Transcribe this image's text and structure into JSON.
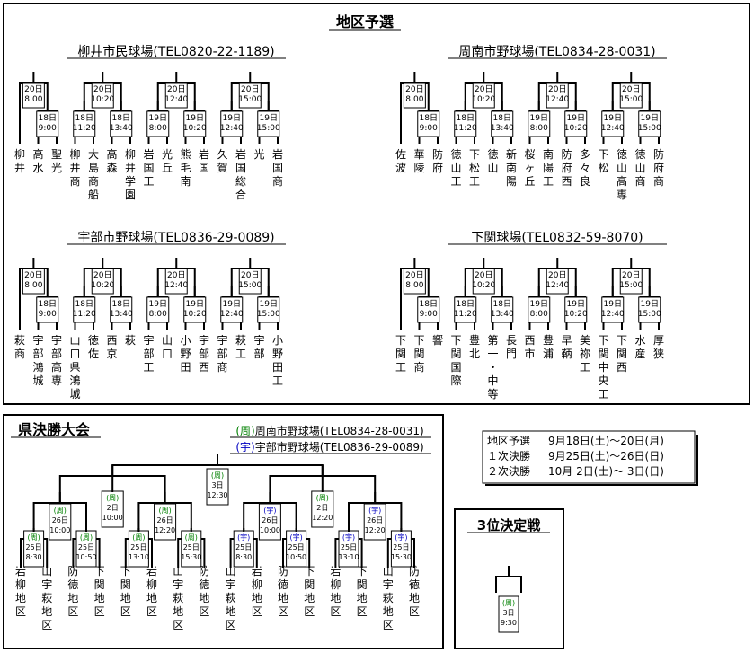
{
  "title": "地区予選",
  "venues": [
    {
      "name": "柳井市民球場(",
      "tel": "TEL",
      "tel_num": "0820-22-1189)",
      "teams": [
        "柳井",
        "高水",
        "聖光",
        "柳井商",
        "大島商船",
        "高森",
        "柳井学園",
        "岩国工",
        "光丘",
        "熊毛南",
        "岩国",
        "久賀",
        "岩国総合",
        "光",
        "岩国商"
      ],
      "games": [
        [
          "20日",
          "8:00"
        ],
        [
          "18日",
          "9:00"
        ],
        [
          "20日",
          "10:20"
        ],
        [
          "18日",
          "11:20"
        ],
        [
          "18日",
          "13:40"
        ],
        [
          "20日",
          "12:40"
        ],
        [
          "19日",
          "8:00"
        ],
        [
          "19日",
          "10:20"
        ],
        [
          "20日",
          "15:00"
        ],
        [
          "19日",
          "12:40"
        ],
        [
          "19日",
          "15:00"
        ]
      ]
    },
    {
      "name": "周南市野球場(",
      "tel": "TEL",
      "tel_num": "0834-28-0031)",
      "teams": [
        "佐波",
        "華陵",
        "防府",
        "徳山工",
        "下松工",
        "徳山",
        "新南陽",
        "桜ヶ丘",
        "南陽工",
        "防府西",
        "多々良",
        "下松",
        "徳山高専",
        "徳山商",
        "防府商"
      ],
      "games": [
        [
          "20日",
          "8:00"
        ],
        [
          "18日",
          "9:00"
        ],
        [
          "20日",
          "10:20"
        ],
        [
          "18日",
          "11:20"
        ],
        [
          "18日",
          "13:40"
        ],
        [
          "20日",
          "12:40"
        ],
        [
          "19日",
          "8:00"
        ],
        [
          "19日",
          "10:20"
        ],
        [
          "20日",
          "15:00"
        ],
        [
          "19日",
          "12:40"
        ],
        [
          "19日",
          "15:00"
        ]
      ]
    },
    {
      "name": "宇部市野球場(",
      "tel": "TEL",
      "tel_num": "0836-29-0089)",
      "teams": [
        "萩商",
        "宇部鴻城",
        "宇部高専",
        "山口県鴻城",
        "徳佐",
        "西京",
        "萩",
        "宇部工",
        "山口",
        "小野田",
        "宇部西",
        "宇部商",
        "萩工",
        "宇部",
        "小野田工"
      ],
      "games": [
        [
          "20日",
          "8:00"
        ],
        [
          "18日",
          "9:00"
        ],
        [
          "20日",
          "10:20"
        ],
        [
          "18日",
          "11:20"
        ],
        [
          "18日",
          "13:40"
        ],
        [
          "20日",
          "12:40"
        ],
        [
          "19日",
          "8:00"
        ],
        [
          "19日",
          "10:20"
        ],
        [
          "20日",
          "15:00"
        ],
        [
          "19日",
          "12:40"
        ],
        [
          "19日",
          "15:00"
        ]
      ]
    },
    {
      "name": "下関球場(",
      "tel": "TEL",
      "tel_num": "0832-59-8070)",
      "teams": [
        "下関工",
        "下関商",
        "響",
        "下関国際",
        "豊北",
        "第一・中等",
        "長門",
        "西市",
        "豊浦",
        "早鞆",
        "美祢工",
        "下関中央工",
        "下関西",
        "水産",
        "厚狭"
      ],
      "games": [
        [
          "20日",
          "8:00"
        ],
        [
          "18日",
          "9:00"
        ],
        [
          "20日",
          "10:20"
        ],
        [
          "18日",
          "11:20"
        ],
        [
          "18日",
          "13:40"
        ],
        [
          "20日",
          "12:40"
        ],
        [
          "19日",
          "8:00"
        ],
        [
          "19日",
          "10:20"
        ],
        [
          "20日",
          "15:00"
        ],
        [
          "19日",
          "12:40"
        ],
        [
          "19日",
          "15:00"
        ]
      ]
    }
  ],
  "prefectural": {
    "title": "県決勝大会",
    "venue_a_mark": "(周)",
    "venue_a_name": "周南市野球場(",
    "venue_a_tel_num": "0834-28-0031)",
    "venue_b_mark": "(宇)",
    "venue_b_name": "宇部市野球場(",
    "venue_b_tel_num": "0836-29-0089)",
    "tel": "TEL",
    "teams": [
      "岩柳地区",
      "山宇萩地区",
      "防徳地区",
      "下関地区",
      "下関地区",
      "岩柳地区",
      "山宇萩地区",
      "防徳地区",
      "山宇萩地区",
      "岩柳地区",
      "防徳地区",
      "下関地区",
      "岩柳地区",
      "下関地区",
      "山宇萩地区",
      "防徳地区"
    ],
    "games": [
      [
        "(周)",
        "25日",
        "8:30"
      ],
      [
        "(周)",
        "25日",
        "10:50"
      ],
      [
        "(周)",
        "25日",
        "13:10"
      ],
      [
        "(周)",
        "25日",
        "15:30"
      ],
      [
        "(宇)",
        "25日",
        "8:30"
      ],
      [
        "(宇)",
        "25日",
        "10:50"
      ],
      [
        "(宇)",
        "25日",
        "13:10"
      ],
      [
        "(宇)",
        "25日",
        "15:30"
      ],
      [
        "(周)",
        "26日",
        "10:00"
      ],
      [
        "(周)",
        "26日",
        "12:20"
      ],
      [
        "(宇)",
        "26日",
        "10:00"
      ],
      [
        "(宇)",
        "26日",
        "12:20"
      ],
      [
        "(周)",
        "2日",
        "10:00"
      ],
      [
        "(周)",
        "2日",
        "12:20"
      ],
      [
        "(周)",
        "3日",
        "12:30"
      ]
    ]
  },
  "schedule": [
    {
      "label": "地区予選",
      "dates": "9月18日(土)～20日(月)"
    },
    {
      "label": "１次決勝",
      "dates": "9月25日(土)～26日(日)"
    },
    {
      "label": "２次決勝",
      "dates": "10月 2日(土)～ 3日(日)"
    }
  ],
  "third_place": {
    "title": "3位決定戦",
    "game": [
      "(周)",
      "3日",
      "9:30"
    ]
  },
  "colors": {
    "venue_mark": "#008000",
    "venue_mark_b": "#0000c0"
  }
}
